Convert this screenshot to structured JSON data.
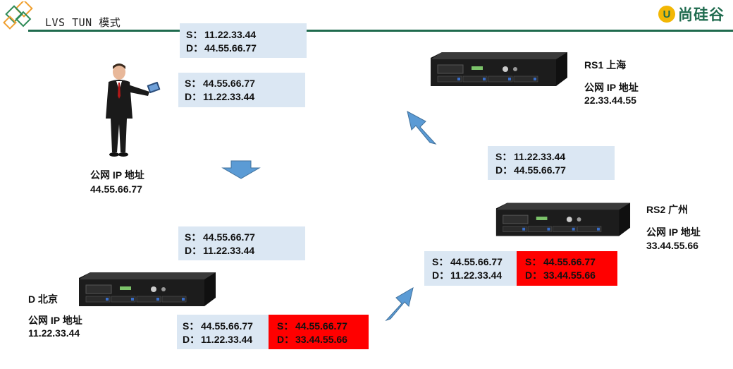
{
  "header": {
    "title": "LVS TUN 模式",
    "brand": "尚硅谷",
    "brand_badge": "U",
    "line_color": "#1f6b4e"
  },
  "packets": {
    "top_request": {
      "s_label": "S：",
      "s": "11.22.33.44",
      "d_label": "D：",
      "d": "44.55.66.77"
    },
    "top_reply": {
      "s_label": "S：",
      "s": "44.55.66.77",
      "d_label": "D：",
      "d": "11.22.33.44"
    },
    "director_in": {
      "s_label": "S：",
      "s": "44.55.66.77",
      "d_label": "D：",
      "d": "11.22.33.44"
    },
    "director_out": {
      "inner": {
        "s_label": "S：",
        "s": "44.55.66.77",
        "d_label": "D：",
        "d": "11.22.33.44"
      },
      "outer": {
        "s_label": "S：",
        "s": "44.55.66.77",
        "d_label": "D：",
        "d": "33.44.55.66"
      }
    },
    "rs2_in": {
      "inner": {
        "s_label": "S：",
        "s": "44.55.66.77",
        "d_label": "D：",
        "d": "11.22.33.44"
      },
      "outer": {
        "s_label": "S：",
        "s": "44.55.66.77",
        "d_label": "D：",
        "d": "33.44.55.66"
      }
    },
    "rs_to_rs1": {
      "s_label": "S：",
      "s": "11.22.33.44",
      "d_label": "D：",
      "d": "44.55.66.77"
    }
  },
  "nodes": {
    "client": {
      "line1": "公网 IP 地址",
      "line2": "44.55.66.77"
    },
    "director": {
      "name": "D 北京",
      "line1": "公网 IP 地址",
      "line2": "11.22.33.44"
    },
    "rs1": {
      "name": "RS1 上海",
      "line1": "公网 IP 地址",
      "line2": "22.33.44.55"
    },
    "rs2": {
      "name": "RS2 广州",
      "line1": "公网 IP 地址",
      "line2": "33.44.55.66"
    }
  },
  "colors": {
    "packet_bg": "#dbe7f3",
    "tunnel_header": "#ff0000",
    "arrow": "#5b9bd5",
    "server_body": "#1c1c1c"
  },
  "icons": {
    "logo": "diamond-logo-icon",
    "person": "businessman-icon",
    "server": "rack-server-icon",
    "arrow": "block-arrow-icon"
  }
}
